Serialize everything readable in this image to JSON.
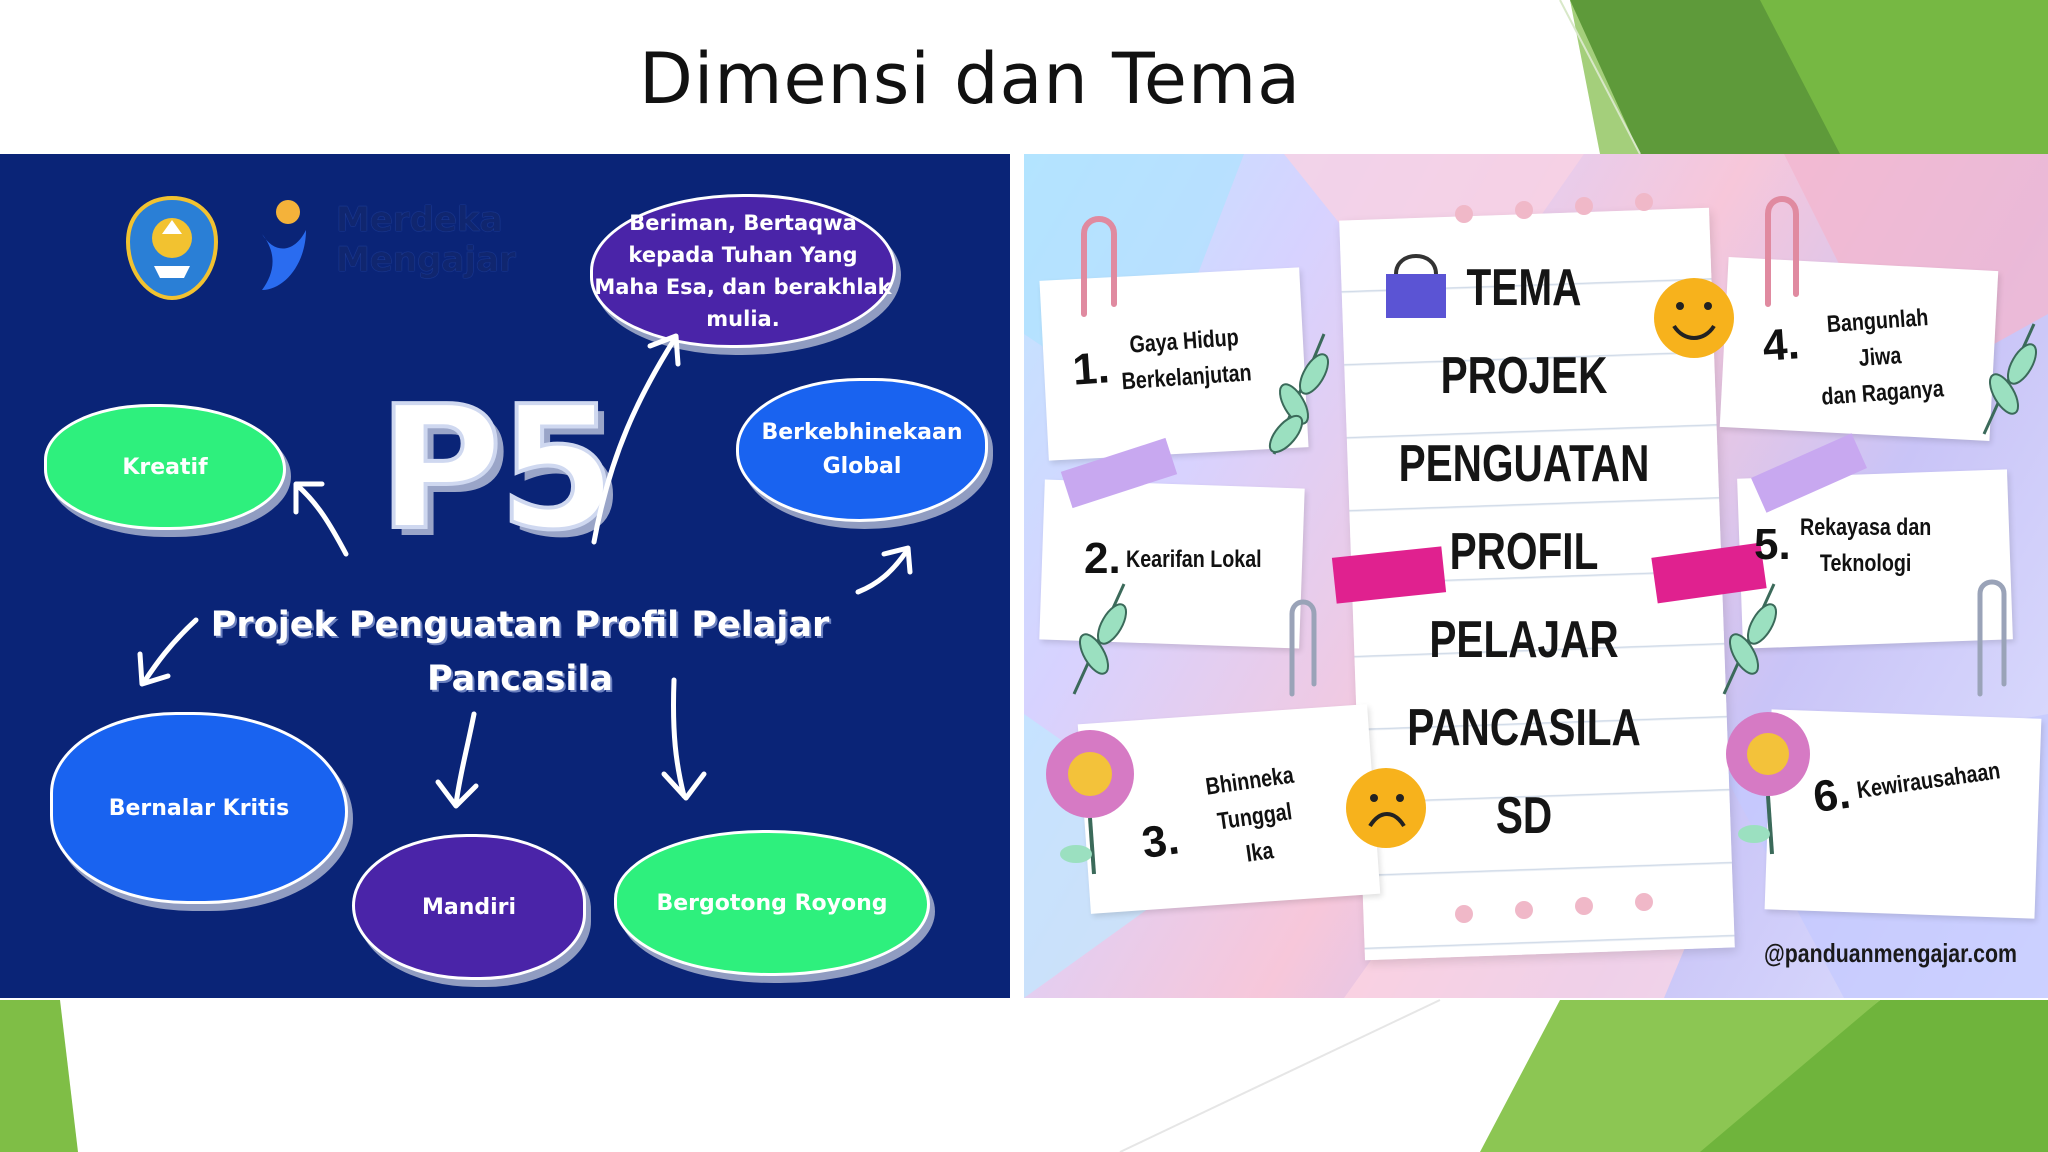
{
  "slide": {
    "title": "Dimensi dan Tema"
  },
  "left_infographic": {
    "logo_text_line1": "Merdeka",
    "logo_text_line2": "Mengajar",
    "headline": "P5",
    "subtitle_line1": "Projek Penguatan Profil Pelajar",
    "subtitle_line2": "Pancasila",
    "dimensions": [
      "Beriman, Bertaqwa kepada Tuhan Yang Maha Esa, dan berakhlak mulia.",
      "Kreatif",
      "Berkebhinekaan Global",
      "Bernalar Kritis",
      "Mandiri",
      "Bergotong Royong"
    ]
  },
  "right_infographic": {
    "title_lines": [
      "TEMA",
      "PROJEK",
      "PENGUATAN",
      "PROFIL",
      "PELAJAR",
      "PANCASILA",
      "SD"
    ],
    "themes": [
      {
        "num": "1.",
        "line1": "Gaya Hidup",
        "line2": "Berkelanjutan"
      },
      {
        "num": "2.",
        "line1": "Kearifan Lokal",
        "line2": ""
      },
      {
        "num": "3.",
        "line1": "Bhinneka Tunggal",
        "line2": "Ika"
      },
      {
        "num": "4.",
        "line1": "Bangunlah Jiwa",
        "line2": "dan Raganya"
      },
      {
        "num": "5.",
        "line1": "Rekayasa dan",
        "line2": "Teknologi"
      },
      {
        "num": "6.",
        "line1": "Kewirausahaan",
        "line2": ""
      }
    ],
    "watermark": "@panduanmengajar.com"
  },
  "colors": {
    "left_bg": "#0a2477",
    "purple": "#4a24a8",
    "green": "#2ef07d",
    "blue": "#1963f0",
    "slide_green": "#6fb43c"
  }
}
